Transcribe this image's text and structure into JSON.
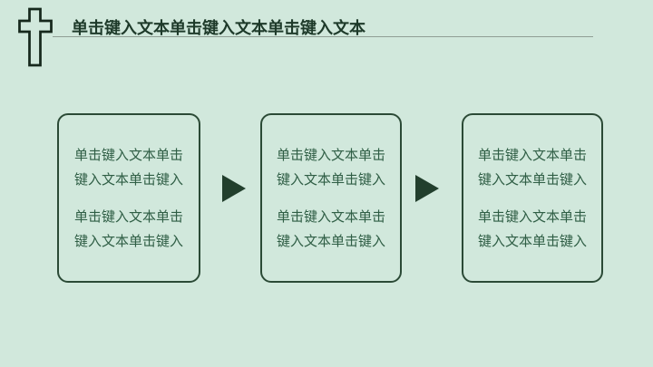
{
  "slide": {
    "title": "单击键入文本单击键入文本单击键入文本",
    "icons": {
      "header_icon": "latin-cross-icon",
      "connector_icon": "arrow-right-triangle"
    },
    "colors": {
      "background": "#d1e8dc",
      "title_text": "#1e3a2a",
      "divider": "#8f9e94",
      "box_border": "#2b4a36",
      "box_text": "#2f5e45",
      "arrow": "#223f2d",
      "cross_outline": "#16281c"
    },
    "boxes": [
      {
        "paragraph1": [
          "单击键入文本单击",
          "键入文本单击键入"
        ],
        "paragraph2": [
          "单击键入文本单击",
          "键入文本单击键入"
        ]
      },
      {
        "paragraph1": [
          "单击键入文本单击",
          "键入文本单击键入"
        ],
        "paragraph2": [
          "单击键入文本单击",
          "键入文本单击键入"
        ]
      },
      {
        "paragraph1": [
          "单击键入文本单击",
          "键入文本单击键入"
        ],
        "paragraph2": [
          "单击键入文本单击",
          "键入文本单击键入"
        ]
      }
    ]
  }
}
